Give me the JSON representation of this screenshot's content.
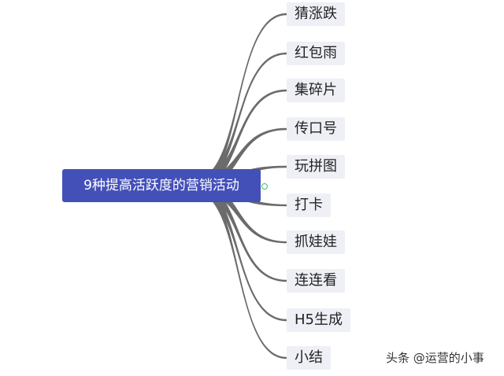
{
  "root": {
    "label": "9种提高活跃度的营销活动"
  },
  "branches": [
    {
      "label": "猜涨跌"
    },
    {
      "label": "红包雨"
    },
    {
      "label": "集碎片"
    },
    {
      "label": "传口号"
    },
    {
      "label": "玩拼图"
    },
    {
      "label": "打卡"
    },
    {
      "label": "抓娃娃"
    },
    {
      "label": "连连看"
    },
    {
      "label": "H5生成"
    },
    {
      "label": "小结"
    }
  ],
  "watermark": {
    "text": "头条 @运营的小事"
  },
  "colors": {
    "root_fill": "#4350b8",
    "branch_fill": "#eef0f6",
    "link": "#6b6b6b",
    "collapse_dot": "#3fbf5f"
  }
}
